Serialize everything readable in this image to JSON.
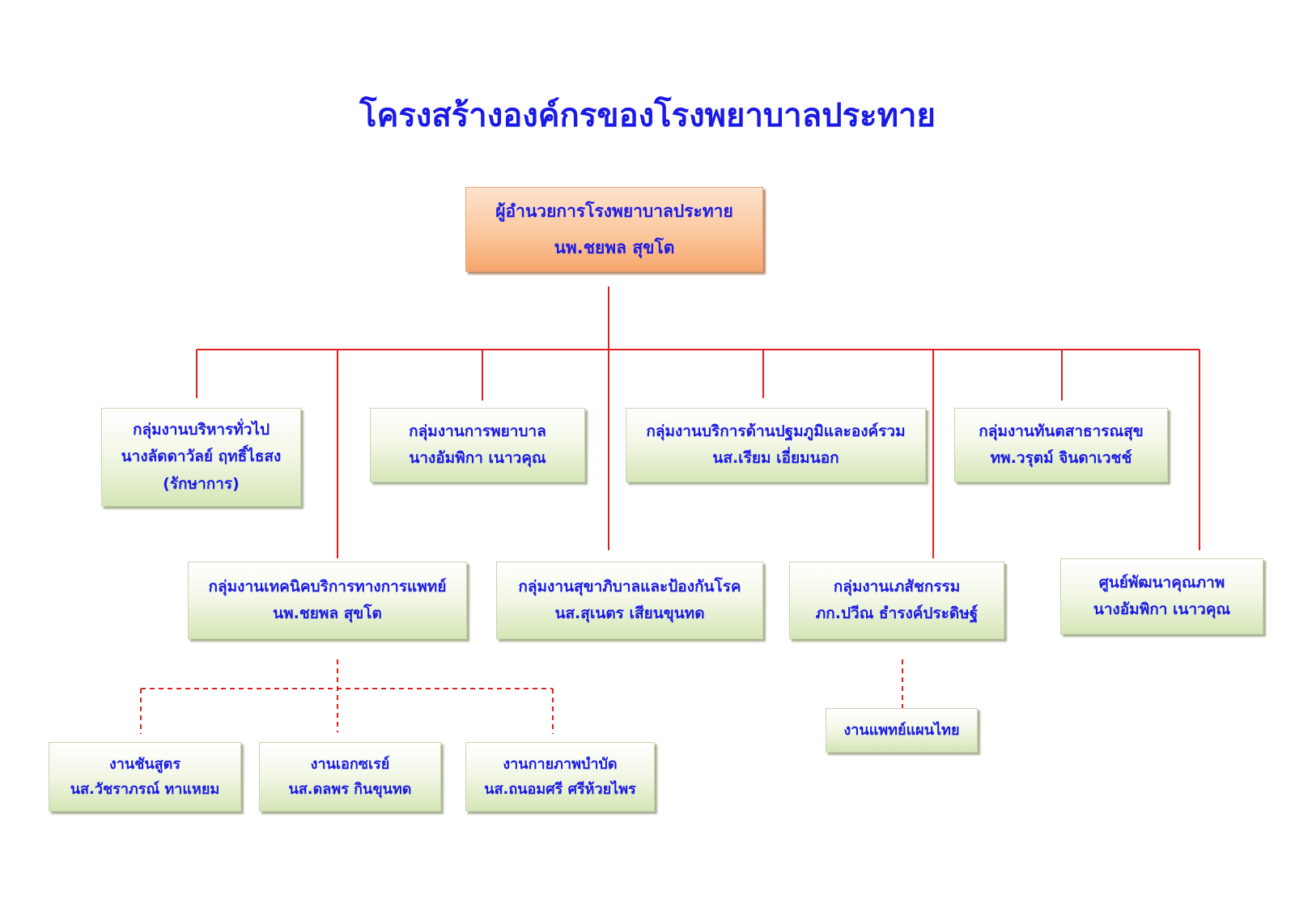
{
  "title": "โครงสร้างองค์กรของโรงพยาบาลประทาย",
  "director": {
    "position": "ผู้อำนวยการโรงพยาบาลประทาย",
    "name": "นพ.ชยพล  สุขโต"
  },
  "row1": [
    {
      "group": "กลุ่มงานบริหารทั่วไป",
      "name": "นางลัดดาวัลย์  ฤทธิ์ไธสง",
      "note": "(รักษาการ)"
    },
    {
      "group": "กลุ่มงานการพยาบาล",
      "name": "นางอัมพิกา  เนาวคุณ"
    },
    {
      "group": "กลุ่มงานบริการด้านปฐมภูมิและองค์รวม",
      "name": "นส.เรียม  เอี่ยมนอก"
    },
    {
      "group": "กลุ่มงานทันตสาธารณสุข",
      "name": "ทพ.วรุตม์  จินดาเวชช์"
    }
  ],
  "row2": [
    {
      "group": "กลุ่มงานเทคนิคบริการทางการแพทย์",
      "name": "นพ.ชยพล  สุขโต"
    },
    {
      "group": "กลุ่มงานสุขาภิบาลและป้องกันโรค",
      "name": "นส.สุเนตร  เสียนขุนทด"
    },
    {
      "group": "กลุ่มงานเภสัชกรรม",
      "name": "ภก.ปวีณ  ธำรงค์ประดิษฐ์"
    },
    {
      "group": "ศูนย์พัฒนาคุณภาพ",
      "name": "นางอัมพิกา  เนาวคุณ"
    }
  ],
  "row3": [
    {
      "unit": "งานชันสูตร",
      "name": "นส.วัชราภรณ์  ทาแหยม"
    },
    {
      "unit": "งานเอกซเรย์",
      "name": "นส.ดลพร  กินขุนทด"
    },
    {
      "unit": "งานกายภาพบำบัด",
      "name": "นส.ถนอมศรี ศรีห้วยไพร"
    }
  ],
  "thai_medicine": {
    "unit": "งานแพทย์แผนไทย"
  },
  "colors": {
    "text": "#1a1ae6",
    "line": "#e02020",
    "top_fill": "#fbc79d",
    "box_fill": "#d6e6b6"
  }
}
